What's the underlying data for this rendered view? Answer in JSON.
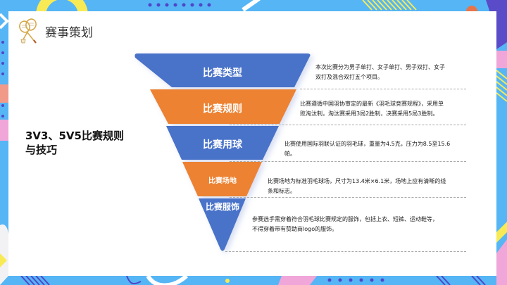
{
  "header": {
    "title": "赛事策划",
    "icon": "badminton-rackets-icon"
  },
  "side_title": {
    "line1": "3V3、5V5比赛规则",
    "line2": "与技巧"
  },
  "colors": {
    "blue": "#4a72c9",
    "orange": "#ec8232",
    "background": "#55b5f5",
    "card": "#ffffff"
  },
  "funnel": {
    "layers": [
      {
        "label": "比赛类型",
        "color": "blue",
        "description_line1": "本次比赛分为男子单打、女子单打、男子双打、女子",
        "description_line2": "双打及混合双打五个项目。"
      },
      {
        "label": "比赛规则",
        "color": "orange",
        "description_line1": "比赛遵循中国羽协审定的最新《羽毛球竞赛规程》，采用单",
        "description_line2": "败淘汰制，淘汰赛采用3局2胜制，决赛采用5局3胜制。"
      },
      {
        "label": "比赛用球",
        "color": "blue",
        "description_line1": "比赛使用国际羽联认证的羽毛球，重量为4.5克，压力为8.5至15.6",
        "description_line2": "帕。"
      },
      {
        "label": "比赛场地",
        "color": "orange",
        "description_line1": "比赛场地为标准羽毛球场，尺寸为13.4米×6.1米，场地上应有清晰的线",
        "description_line2": "条和标志。"
      },
      {
        "label": "比赛服饰",
        "color": "blue",
        "description_line1": "参赛选手需穿着符合羽毛球比赛规定的服饰，包括上衣、短裤、运动鞋等，",
        "description_line2": "不得穿着带有赞助商logo的服饰。"
      }
    ]
  }
}
